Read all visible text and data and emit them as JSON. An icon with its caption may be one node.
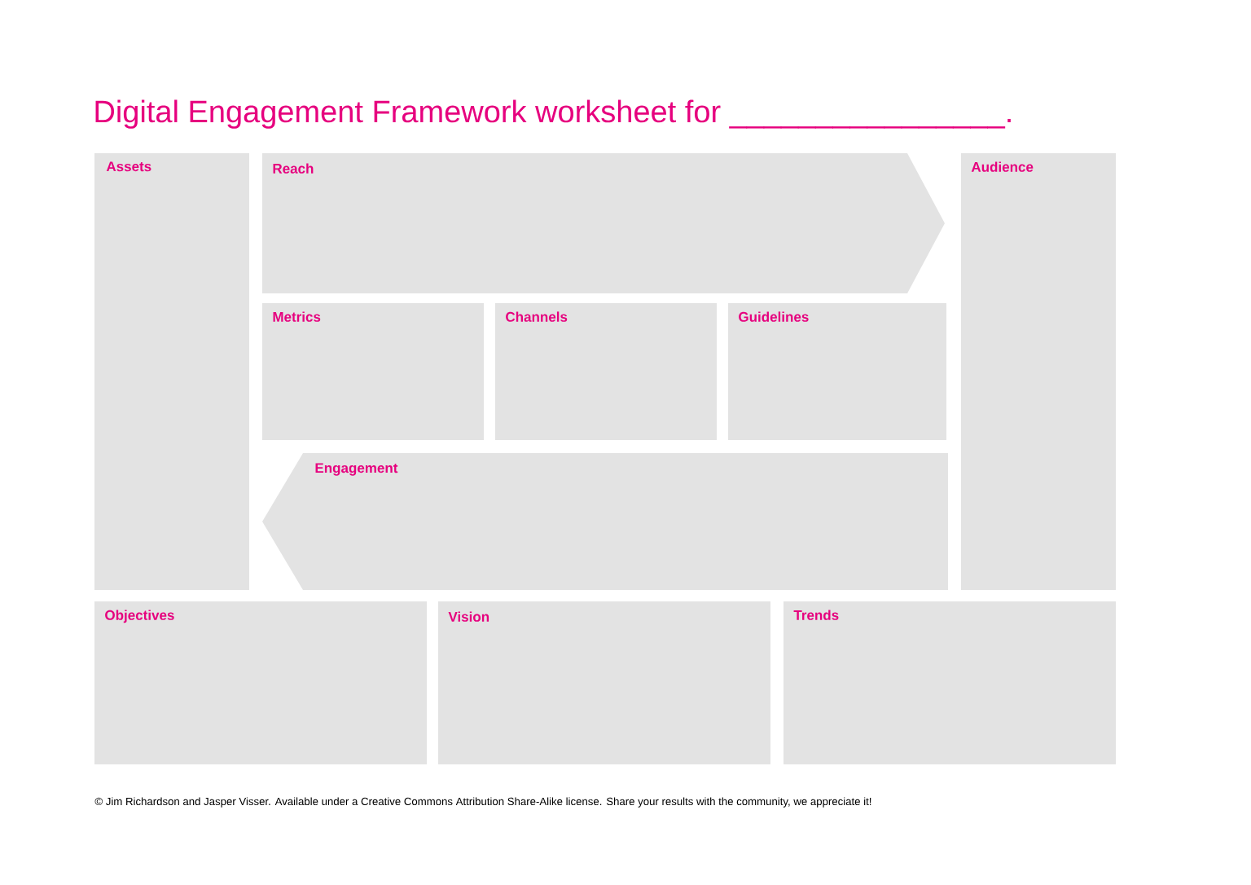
{
  "diagram": {
    "title": "Digital Engagement Framework worksheet for ________________.",
    "caption": "© Jim Richardson and Jasper Visser. Available under a Creative Commons Attribution Share-Alike license. Share your results with the community, we appreciate it!",
    "nodes": [
      {
        "text": [
          "Assets"
        ]
      },
      {
        "text": [
          "Reach"
        ]
      },
      {
        "text": [
          "Audience"
        ]
      },
      {
        "text": [
          "Metrics"
        ]
      },
      {
        "text": [
          "Channels"
        ]
      },
      {
        "text": [
          "Guidelines"
        ]
      },
      {
        "text": [
          "Engagement"
        ]
      },
      {
        "text": [
          "Objectives"
        ]
      },
      {
        "text": [
          "Vision"
        ]
      },
      {
        "text": [
          "Trends"
        ]
      }
    ],
    "edges": []
  }
}
